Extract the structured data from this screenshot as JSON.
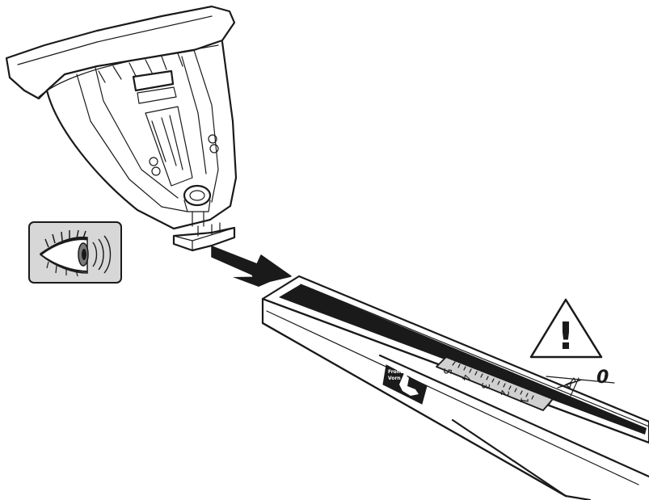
{
  "diagram": {
    "ruler_numbers": [
      "5",
      "4",
      "3",
      "2",
      "1"
    ],
    "gap_value": "0",
    "front_label_lines": [
      "Front",
      "Vorn"
    ],
    "warning_symbol": "!",
    "icons": {
      "eye": "eye-inspect-icon",
      "warning": "warning-triangle-icon",
      "arrow": "insert-arrow-icon",
      "seat": "seat-icon"
    },
    "colors": {
      "ink": "#1a1a1a",
      "shading": "#9a9a9a",
      "icon_background": "#d7d7d7",
      "label_background": "#1a1a1a"
    }
  }
}
